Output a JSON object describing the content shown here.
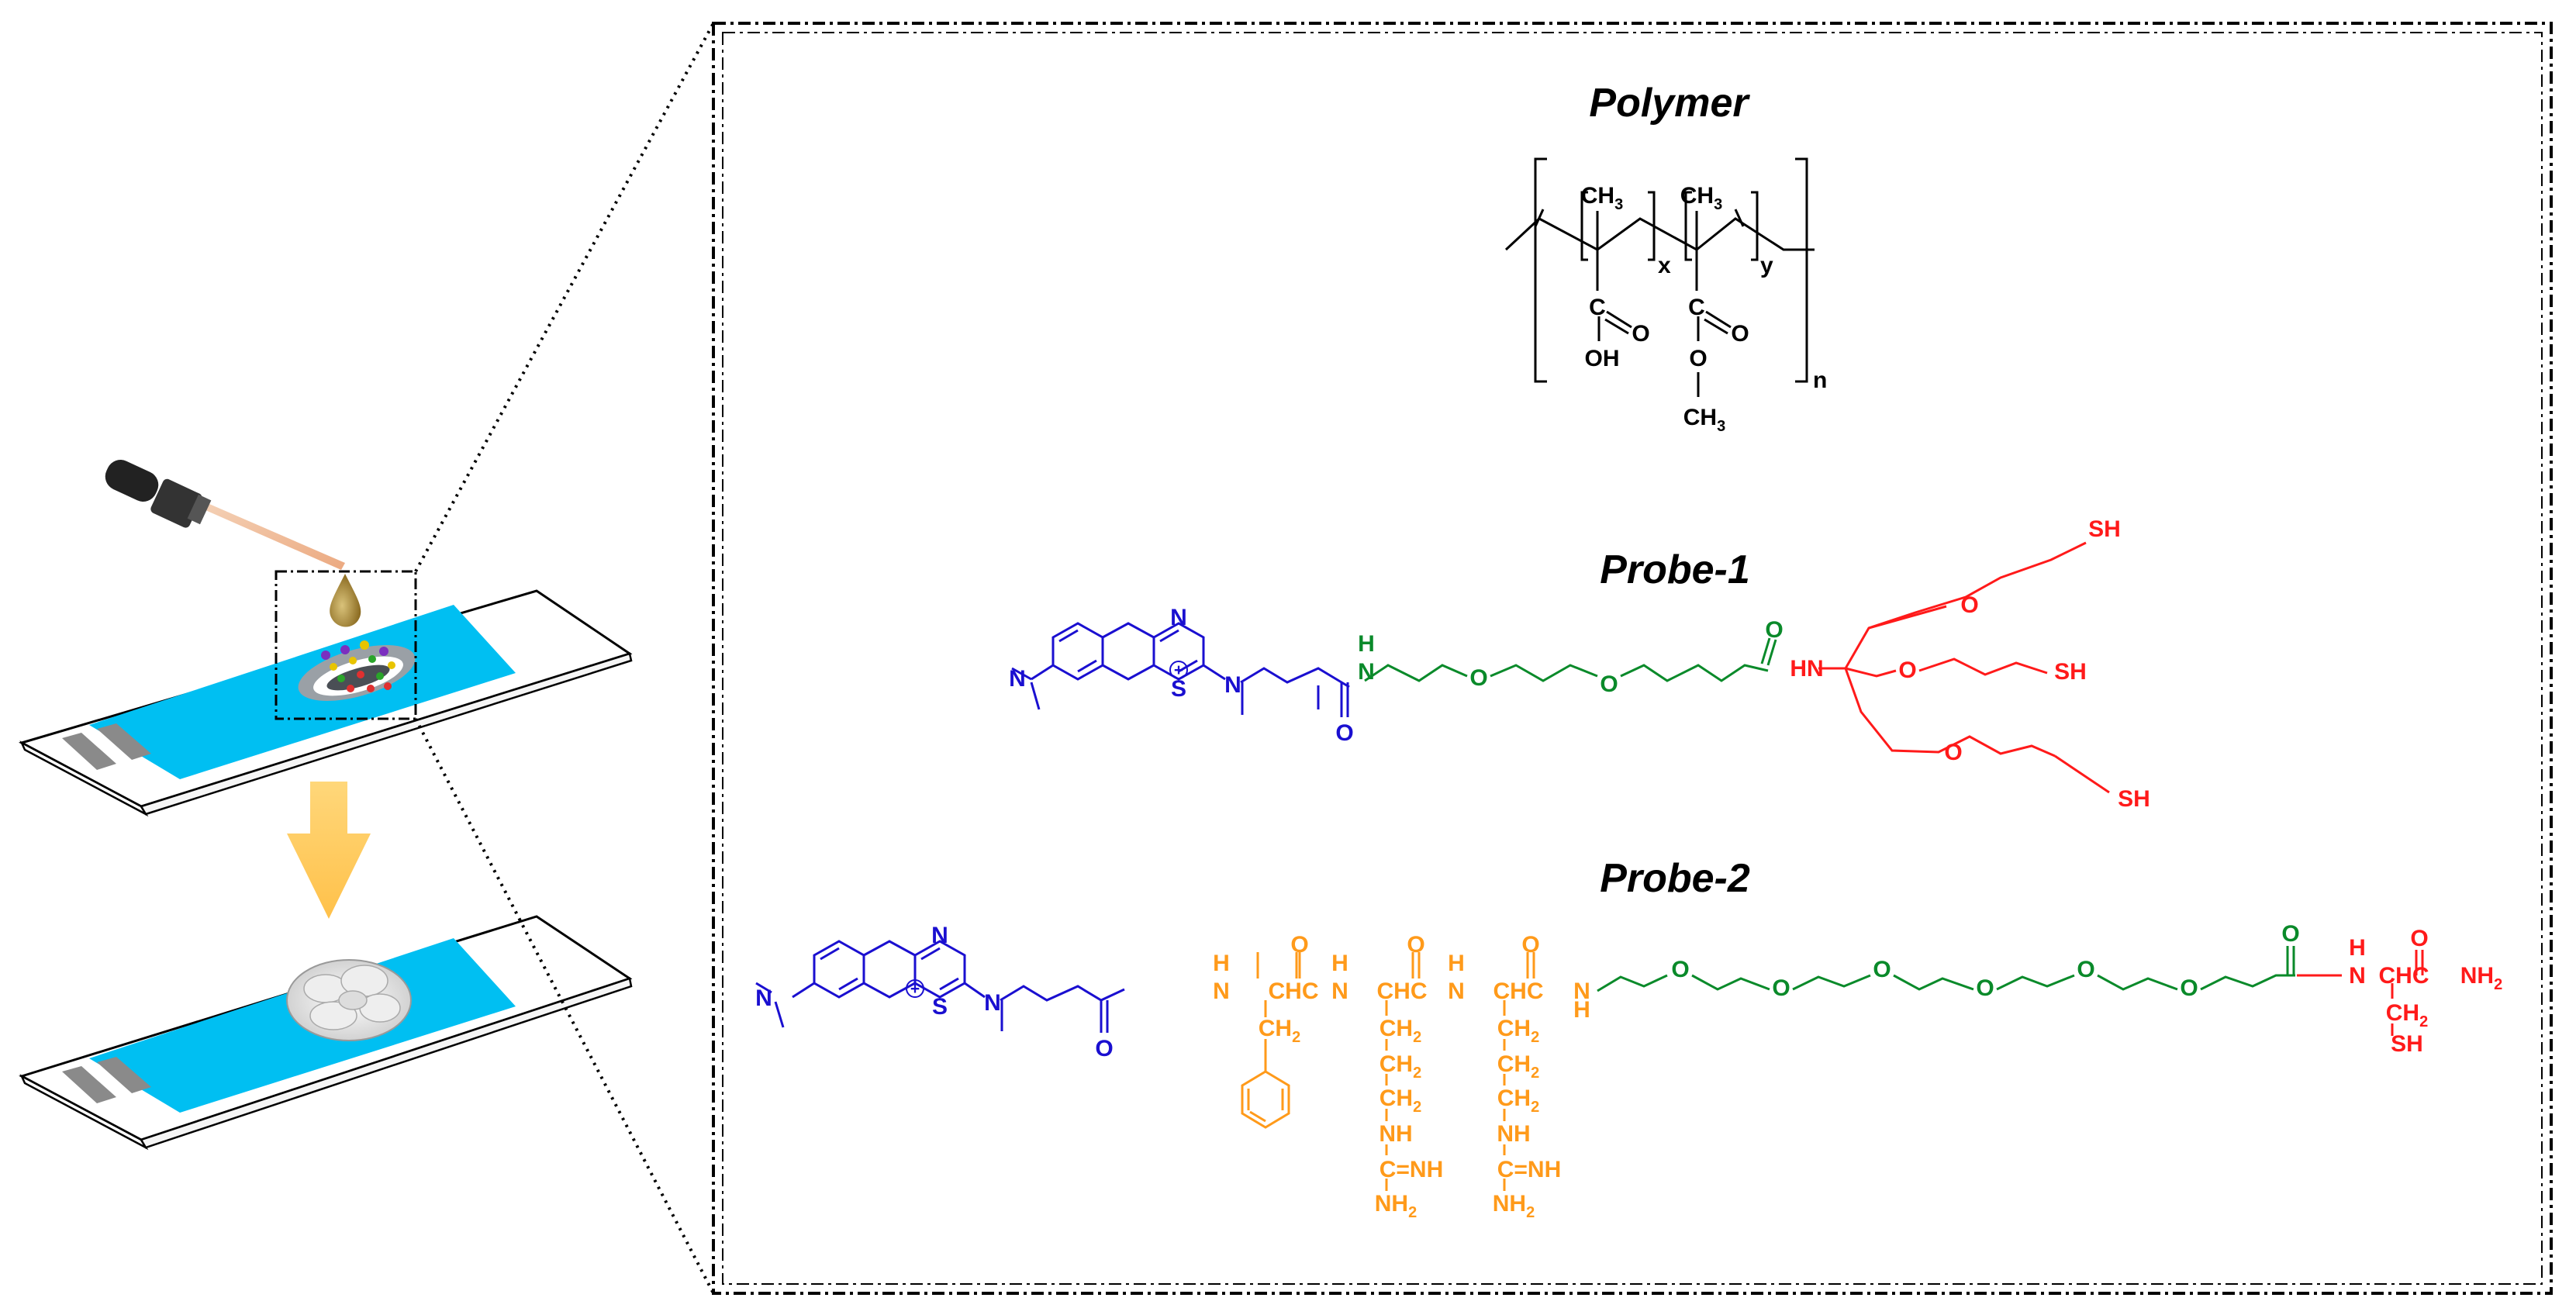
{
  "titles": {
    "polymer": "Polymer",
    "probe1": "Probe-1",
    "probe2": "Probe-2"
  },
  "polymer": {
    "methyl": "CH",
    "methyl_sub": "3",
    "subscript_x": "x",
    "subscript_y": "y",
    "subscript_n": "n",
    "carbon": "C",
    "oxygen": "O",
    "hydroxyl": "OH",
    "methoxy_sub": "3"
  },
  "probe1": {
    "ring_n": "N",
    "ring_s": "S",
    "charge": "+",
    "amine_n": "N",
    "carbonyl_o": "O",
    "amide_h": "H",
    "amide_n": "N",
    "ether_o": "O",
    "hn": "HN",
    "sh": "SH"
  },
  "probe2": {
    "nh": "NH",
    "nh2": "NH",
    "sub2": "2",
    "ch2": "CH",
    "chc": "CHC",
    "c_eq_nh": "C=NH",
    "c": "C",
    "n": "N",
    "h": "H",
    "o": "O",
    "sh": "SH",
    "nh2_end": "NH"
  },
  "colors": {
    "dye": "#1a0fd0",
    "linker": "#0a8a2a",
    "anchor": "#ff1a1a",
    "peptide": "#ff9a1a",
    "strip": "#00bff2",
    "arrow": "#ffc85a",
    "frame": "#000000"
  }
}
